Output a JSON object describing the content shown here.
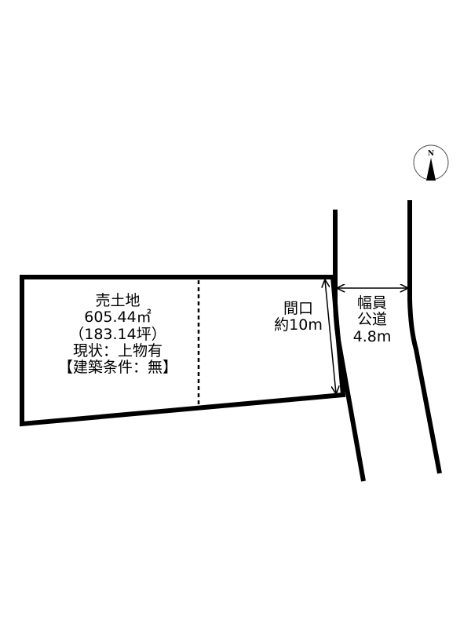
{
  "compass": {
    "label": "N",
    "icon": "north-arrow-icon"
  },
  "lot": {
    "title": "売土地",
    "area_sqm": "605.44㎡",
    "area_tsubo": "（183.14坪）",
    "status": "現状：上物有",
    "conditions": "【建築条件：無】"
  },
  "frontage": {
    "line1": "間口",
    "line2": "約10m"
  },
  "road": {
    "line1": "幅員",
    "line2": "公道",
    "line3": "4.8m"
  },
  "colors": {
    "line": "#000000",
    "background": "#ffffff"
  }
}
